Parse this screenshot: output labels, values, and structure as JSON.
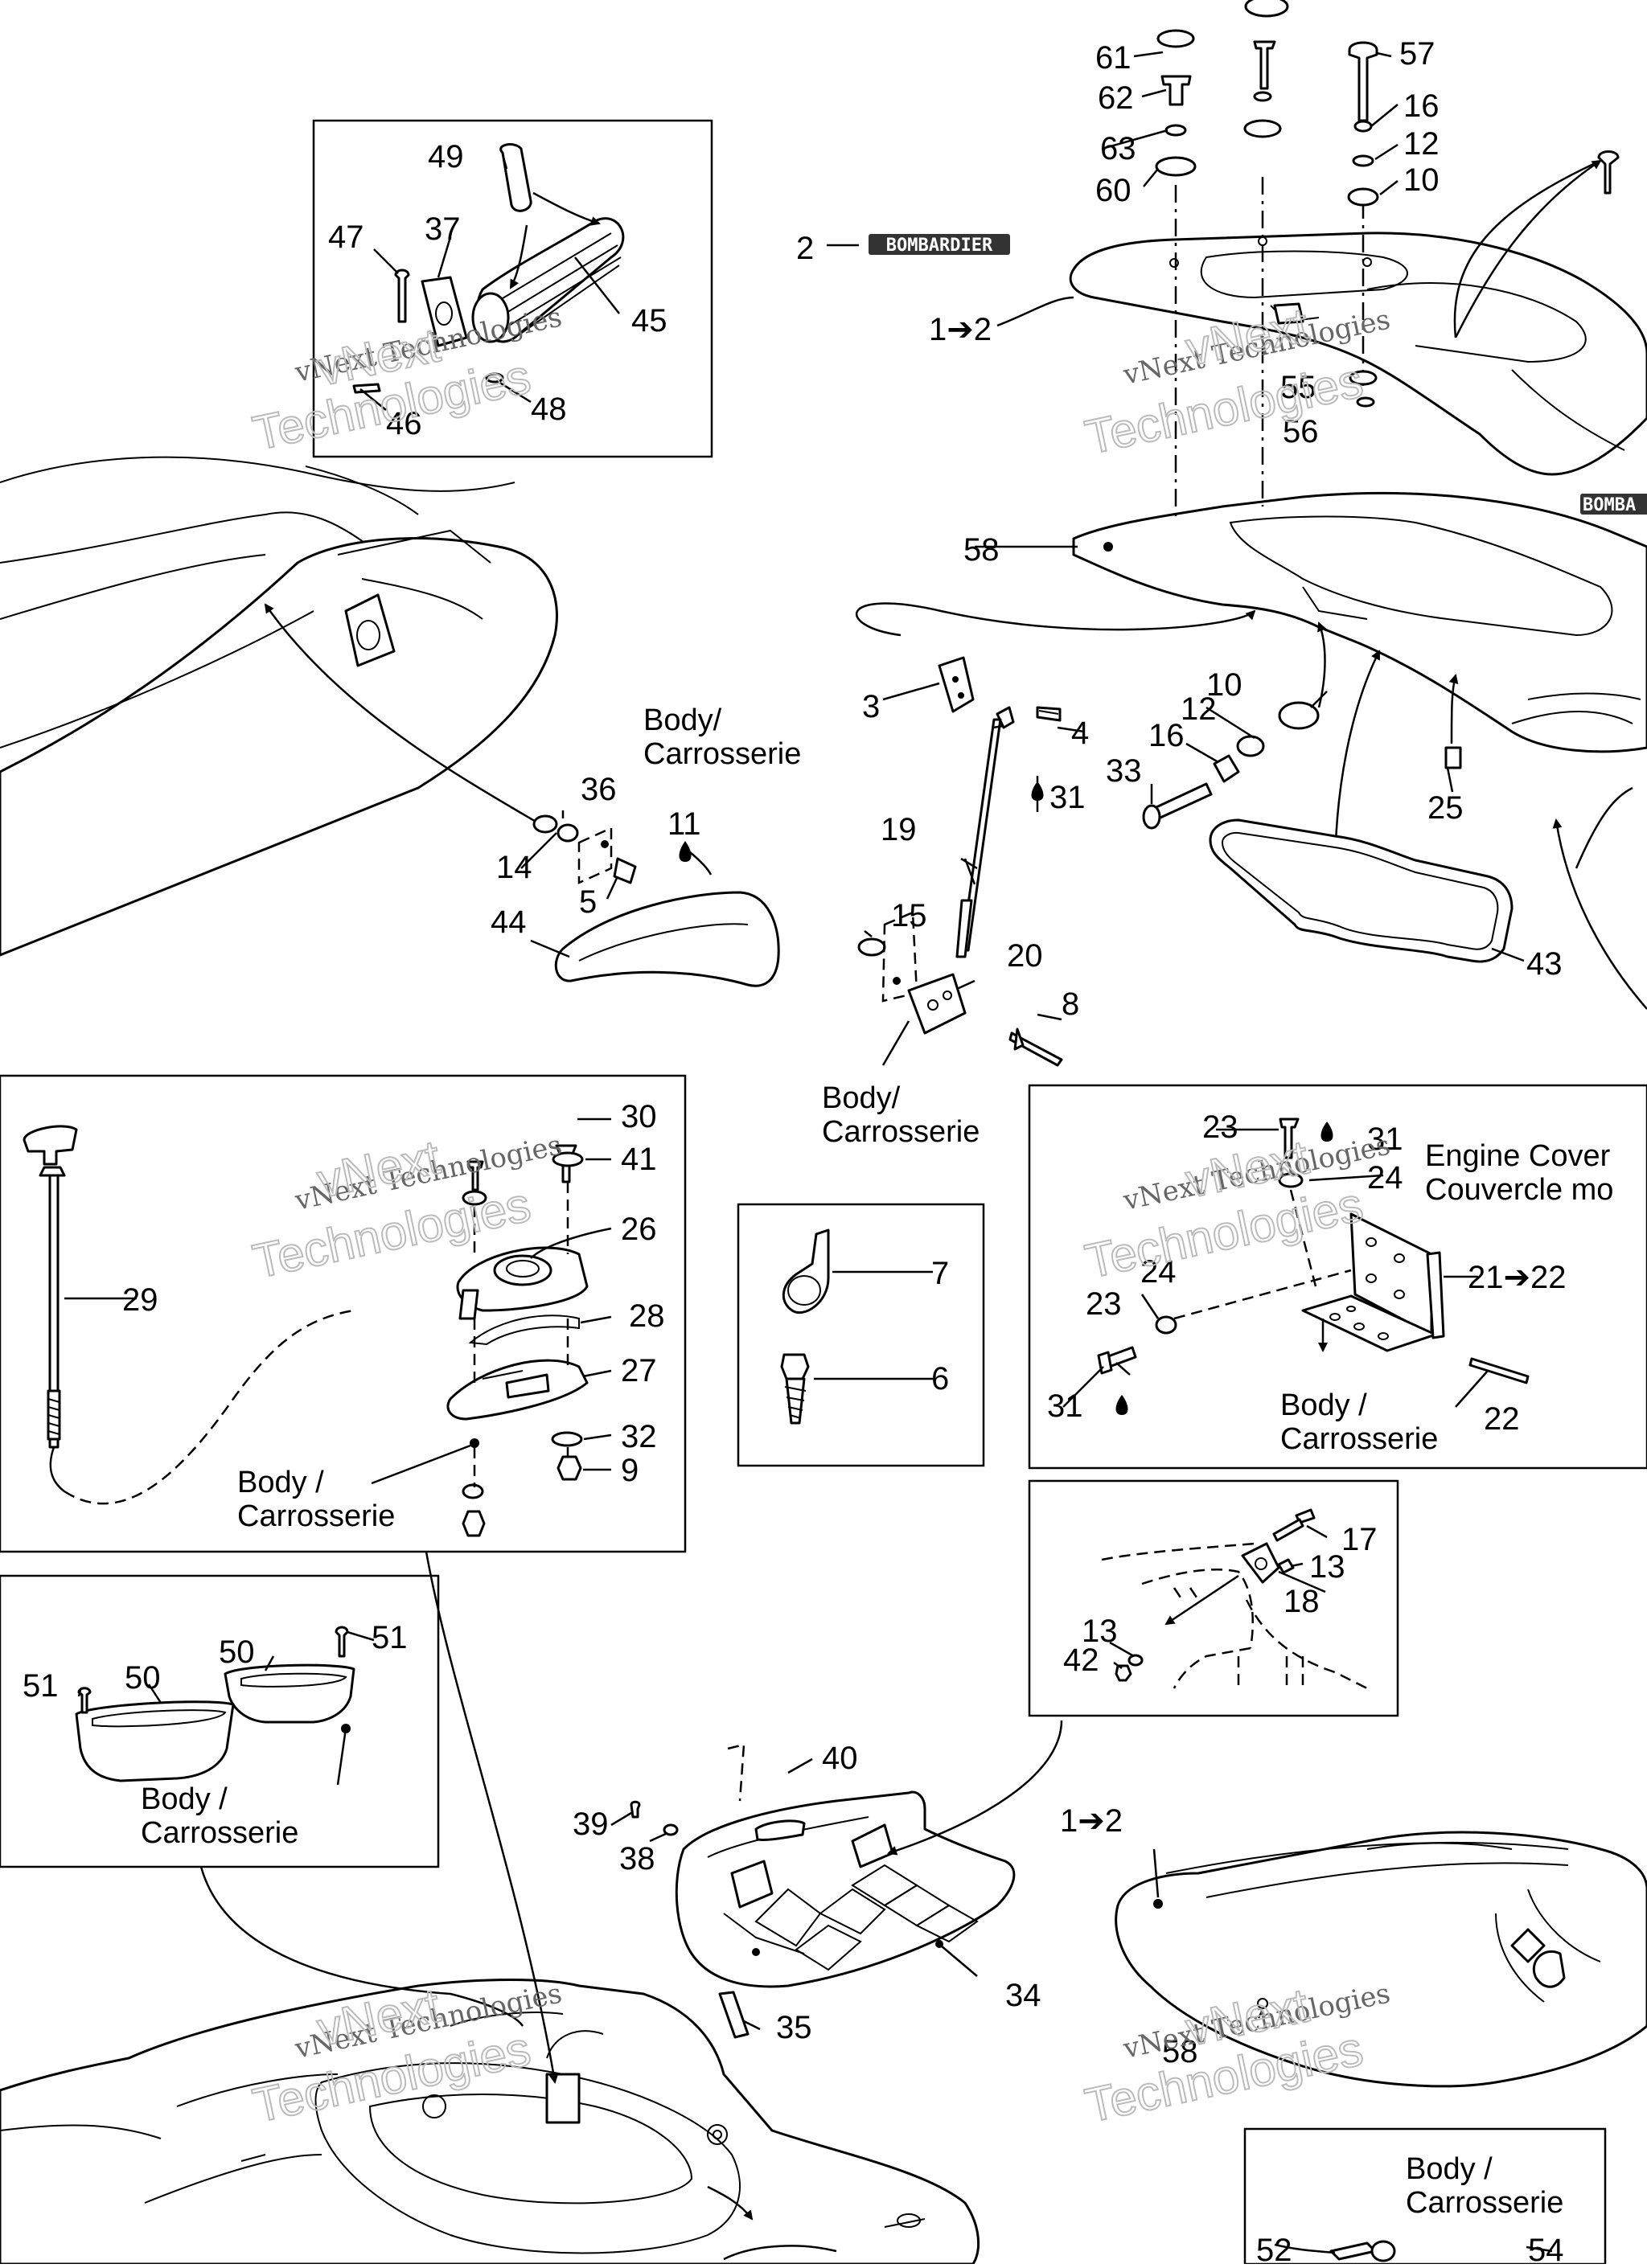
{
  "watermark": {
    "line1": "vNext Technologies",
    "line2": "vNext",
    "line3": "Technologies"
  },
  "brand": "BOMBARDIER",
  "brand_cut": "BOMBA",
  "callouts": {
    "c61": "61",
    "c62": "62",
    "c63": "63",
    "c60": "60",
    "c57": "57",
    "c16a": "16",
    "c12a": "12",
    "c10a": "10",
    "c2": "2",
    "c1to2a": "1➔2",
    "c55": "55",
    "c56": "56",
    "c58a": "58",
    "c49": "49",
    "c37": "37",
    "c47": "47",
    "c45": "45",
    "c48": "48",
    "c46": "46",
    "c3": "3",
    "c4": "4",
    "c31a": "31",
    "c19": "19",
    "c10b": "10",
    "c12b": "12",
    "c16b": "16",
    "c33": "33",
    "c25": "25",
    "c43": "43",
    "c36": "36",
    "c14": "14",
    "c5": "5",
    "c11": "11",
    "c44": "44",
    "c15": "15",
    "c20": "20",
    "c8": "8",
    "c30": "30",
    "c41": "41",
    "c26": "26",
    "c28": "28",
    "c27": "27",
    "c29": "29",
    "c32": "32",
    "c9": "9",
    "c7": "7",
    "c6": "6",
    "c23a": "23",
    "c31b": "31",
    "c24a": "24",
    "c21to22": "21➔22",
    "c24b": "24",
    "c23b": "23",
    "c31c": "31",
    "c22": "22",
    "c17": "17",
    "c13a": "13",
    "c18": "18",
    "c13b": "13",
    "c42": "42",
    "c51a": "51",
    "c50a": "50",
    "c50b": "50",
    "c51b": "51",
    "c40": "40",
    "c39": "39",
    "c38": "38",
    "c34": "34",
    "c35": "35",
    "c1to2b": "1➔2",
    "c58b": "58",
    "c52": "52",
    "c54": "54"
  },
  "labels": {
    "body1_line1": "Body/",
    "body1_line2": "Carrosserie",
    "body2_line1": "Body/",
    "body2_line2": "Carrosserie",
    "body3_line1": "Body /",
    "body3_line2": "Carrosserie",
    "body4_line1": "Body /",
    "body4_line2": "Carrosserie",
    "body5_line1": "Body /",
    "body5_line2": "Carrosserie",
    "body6_line1": "Body /",
    "body6_line2": "Carrosserie",
    "engine_line1": "Engine Cover",
    "engine_line2": "Couvercle mo"
  },
  "icons": [
    "oil-drop-icon",
    "arrow-icon"
  ]
}
